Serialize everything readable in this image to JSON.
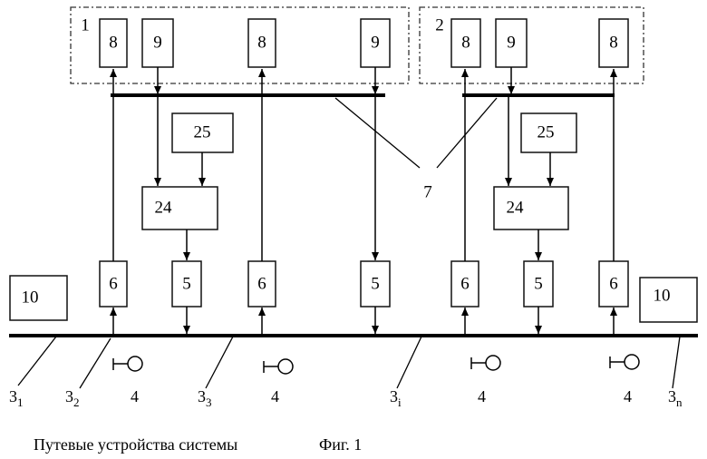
{
  "groups": [
    {
      "label": "1"
    },
    {
      "label": "2"
    }
  ],
  "blocks": {
    "display_unit": "8",
    "control_unit": "9",
    "processing_unit": "24",
    "config_unit": "25",
    "transmitter": "6",
    "receiver": "5",
    "terminal": "10"
  },
  "bus_label": "7",
  "device_label": "4",
  "line_segments": [
    {
      "main": "3",
      "sub": "1"
    },
    {
      "main": "3",
      "sub": "2"
    },
    {
      "main": "3",
      "sub": "3"
    },
    {
      "main": "3",
      "sub": "i"
    },
    {
      "main": "3",
      "sub": "n"
    }
  ],
  "caption": {
    "left": "Путевые устройства системы",
    "right": "Фиг. 1"
  }
}
